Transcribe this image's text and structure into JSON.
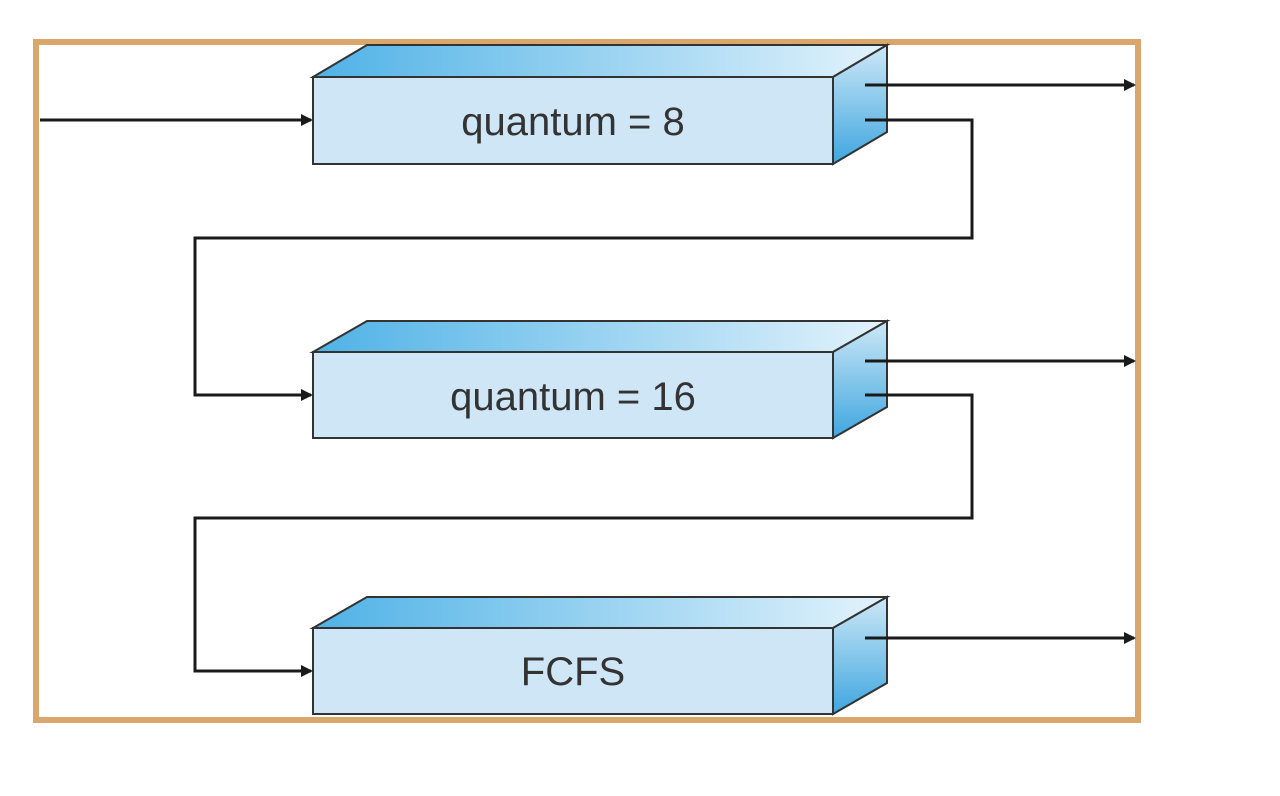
{
  "diagram": {
    "queues": [
      {
        "label": "quantum = 8"
      },
      {
        "label": "quantum = 16"
      },
      {
        "label": "FCFS"
      }
    ],
    "colors": {
      "frame": "#d9a76b",
      "box_front": "#cfe6f6",
      "box_top_dark": "#4fb2e6",
      "box_top_light": "#dff1fb",
      "box_side_dark": "#4aaee3",
      "box_side_light": "#cde8f7",
      "line": "#1a1a1a"
    }
  }
}
